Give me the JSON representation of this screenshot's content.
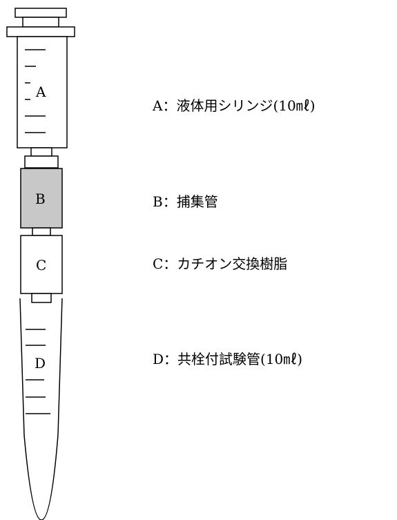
{
  "apparatus": {
    "labels": {
      "a": "A",
      "b": "B",
      "c": "C",
      "d": "D"
    },
    "colors": {
      "stroke": "#000000",
      "collector_fill": "#c8c8c8",
      "background": "#ffffff"
    }
  },
  "legend": {
    "a": "A：液体用シリンジ(10㎖)",
    "b": "B：捕集管",
    "c": "C：カチオン交換樹脂",
    "d": "D：共栓付試験管(10㎖)"
  }
}
